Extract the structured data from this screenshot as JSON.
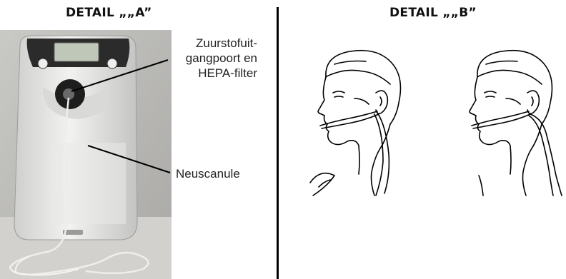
{
  "detail_a": {
    "heading": "DETAIL „„A”",
    "label_port_lines": [
      "Zuurstofuit-",
      "gangpoort en",
      "HEPA-filter"
    ],
    "label_cannula": "Neuscanule"
  },
  "detail_b": {
    "heading": "DETAIL „„B”"
  }
}
